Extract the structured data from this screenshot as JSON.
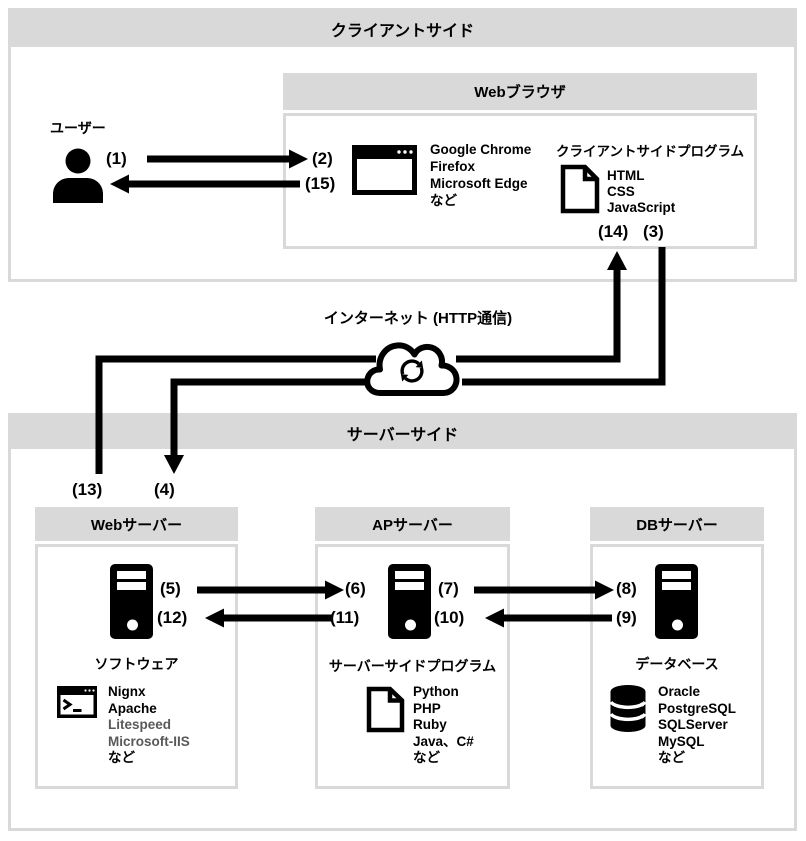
{
  "client": {
    "title": "クライアントサイド",
    "user_label": "ユーザー",
    "browser": {
      "title": "Webブラウザ",
      "items": [
        "Google Chrome",
        "Firefox",
        "Microsoft Edge",
        "など"
      ],
      "program": {
        "title": "クライアントサイドプログラム",
        "items": [
          "HTML",
          "CSS",
          "JavaScript"
        ]
      }
    }
  },
  "internet": {
    "label": "インターネット (HTTP通信)"
  },
  "server": {
    "title": "サーバーサイド",
    "web": {
      "title": "Webサーバー",
      "section": "ソフトウェア",
      "items": [
        "Nignx",
        "Apache",
        "Litespeed",
        "Microsoft-IIS",
        "など"
      ]
    },
    "ap": {
      "title": "APサーバー",
      "section": "サーバーサイドプログラム",
      "items": [
        "Python",
        "PHP",
        "Ruby",
        "Java、C#",
        "など"
      ]
    },
    "db": {
      "title": "DBサーバー",
      "section": "データベース",
      "items": [
        "Oracle",
        "PostgreSQL",
        "SQLServer",
        "MySQL",
        "など"
      ]
    }
  },
  "steps": {
    "n1": "(1)",
    "n2": "(2)",
    "n3": "(3)",
    "n4": "(4)",
    "n5": "(5)",
    "n6": "(6)",
    "n7": "(7)",
    "n8": "(8)",
    "n9": "(9)",
    "n10": "(10)",
    "n11": "(11)",
    "n12": "(12)",
    "n13": "(13)",
    "n14": "(14)",
    "n15": "(15)"
  },
  "colors": {
    "band": "#d9d9d9",
    "ink": "#000000",
    "muted": "#595959"
  }
}
